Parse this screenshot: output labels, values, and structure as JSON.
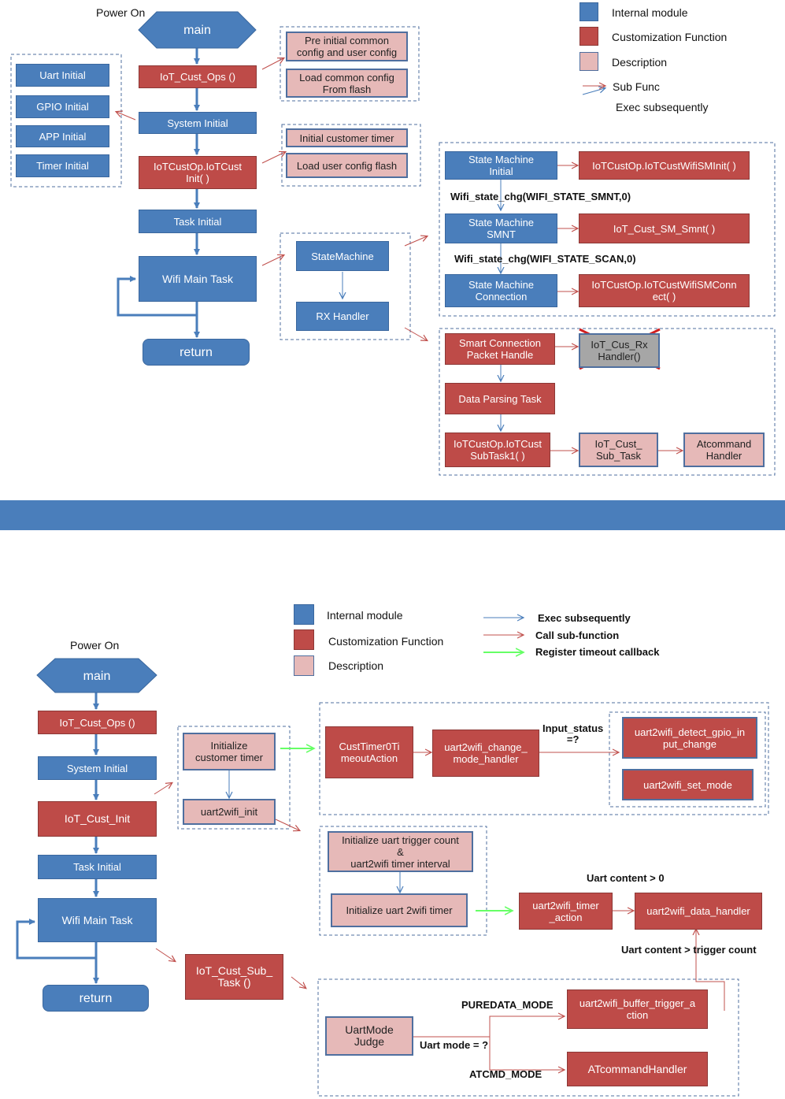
{
  "top": {
    "power_on": "Power On",
    "main": "main",
    "iot_cust_ops": "IoT_Cust_Ops ()",
    "system_initial": "System Initial",
    "iot_cust_init": "IoTCustOp.IoTCust\nInit( )",
    "task_initial": "Task Initial",
    "wifi_main_task": "Wifi Main Task",
    "return": "return",
    "uart_initial": "Uart Initial",
    "gpio_initial": "GPIO Initial",
    "app_initial": "APP Initial",
    "timer_initial": "Timer Initial",
    "pre_initial": "Pre initial common\nconfig and user config",
    "load_common": "Load common config\nFrom flash",
    "init_customer_timer": "Initial customer timer",
    "load_user_config": "Load user config flash",
    "state_machine": "StateMachine",
    "rx_handler": "RX Handler",
    "sm_initial": "State Machine\nInitial",
    "sm_init_func": "IoTCustOp.IoTCustWifiSMInit( )",
    "wifi_chg_smnt": "Wifi_state_chg(WIFI_STATE_SMNT,0)",
    "sm_smnt": "State Machine\nSMNT",
    "sm_smnt_func": "IoT_Cust_SM_Smnt( )",
    "wifi_chg_scan": "Wifi_state_chg(WIFI_STATE_SCAN,0)",
    "sm_connection": "State Machine\nConnection",
    "sm_conn_func": "IoTCustOp.IoTCustWifiSMConn\nect( )",
    "smart_conn": "Smart Connection\nPacket Handle",
    "cus_rx": "IoT_Cus_Rx\nHandler()",
    "data_parsing": "Data Parsing Task",
    "subtask1": "IoTCustOp.IoTCust\nSubTask1( )",
    "cust_sub_task": "IoT_Cust_\nSub_Task",
    "atcommand_handler": "Atcommand\nHandler",
    "legend": {
      "internal": "Internal module",
      "custom": "Customization Function",
      "description": "Description",
      "sub_func": "Sub Func",
      "exec": "Exec subsequently"
    }
  },
  "bottom": {
    "power_on": "Power On",
    "main": "main",
    "iot_cust_ops": "IoT_Cust_Ops ()",
    "system_initial": "System Initial",
    "iot_cust_init": "IoT_Cust_Init",
    "task_initial": "Task Initial",
    "wifi_main_task": "Wifi Main Task",
    "return": "return",
    "iot_cust_sub_task": "IoT_Cust_Sub_\nTask ()",
    "initialize_customer_timer": "Initialize\ncustomer timer",
    "uart2wifi_init": "uart2wifi_init",
    "cust_timer0": "CustTimer0Ti\nmeoutAction",
    "change_mode_handler": "uart2wifi_change_\nmode_handler",
    "input_status": "Input_status\n=?",
    "detect_gpio": "uart2wifi_detect_gpio_in\nput_change",
    "set_mode": "uart2wifi_set_mode",
    "init_trigger": "Initialize uart trigger count\n&\nuart2wifi timer interval",
    "init_u2w_timer": "Initialize uart 2wifi timer",
    "timer_action": "uart2wifi_timer\n_action",
    "uart_content_gt0": "Uart content > 0",
    "data_handler": "uart2wifi_data_handler",
    "uart_content_trigger": "Uart content  >  trigger count",
    "puredata_mode": "PUREDATA_MODE",
    "buffer_trigger": "uart2wifi_buffer_trigger_a\nction",
    "uartmode_judge": "UartMode\nJudge",
    "uart_mode": "Uart mode = ?",
    "atcmd_mode": "ATCMD_MODE",
    "atcommandhandler": "ATcommandHandler",
    "legend": {
      "internal": "Internal module",
      "custom": "Customization Function",
      "description": "Description",
      "exec": "Exec subsequently",
      "call": "Call sub-function",
      "register": "Register timeout callback"
    }
  },
  "colors": {
    "internal": "#4a7ebb",
    "custom": "#be4b48",
    "description": "#e6b9b8",
    "exec_arrow": "#4a7ebb",
    "call_arrow": "#c0504d",
    "timeout_arrow": "#66ff66"
  }
}
